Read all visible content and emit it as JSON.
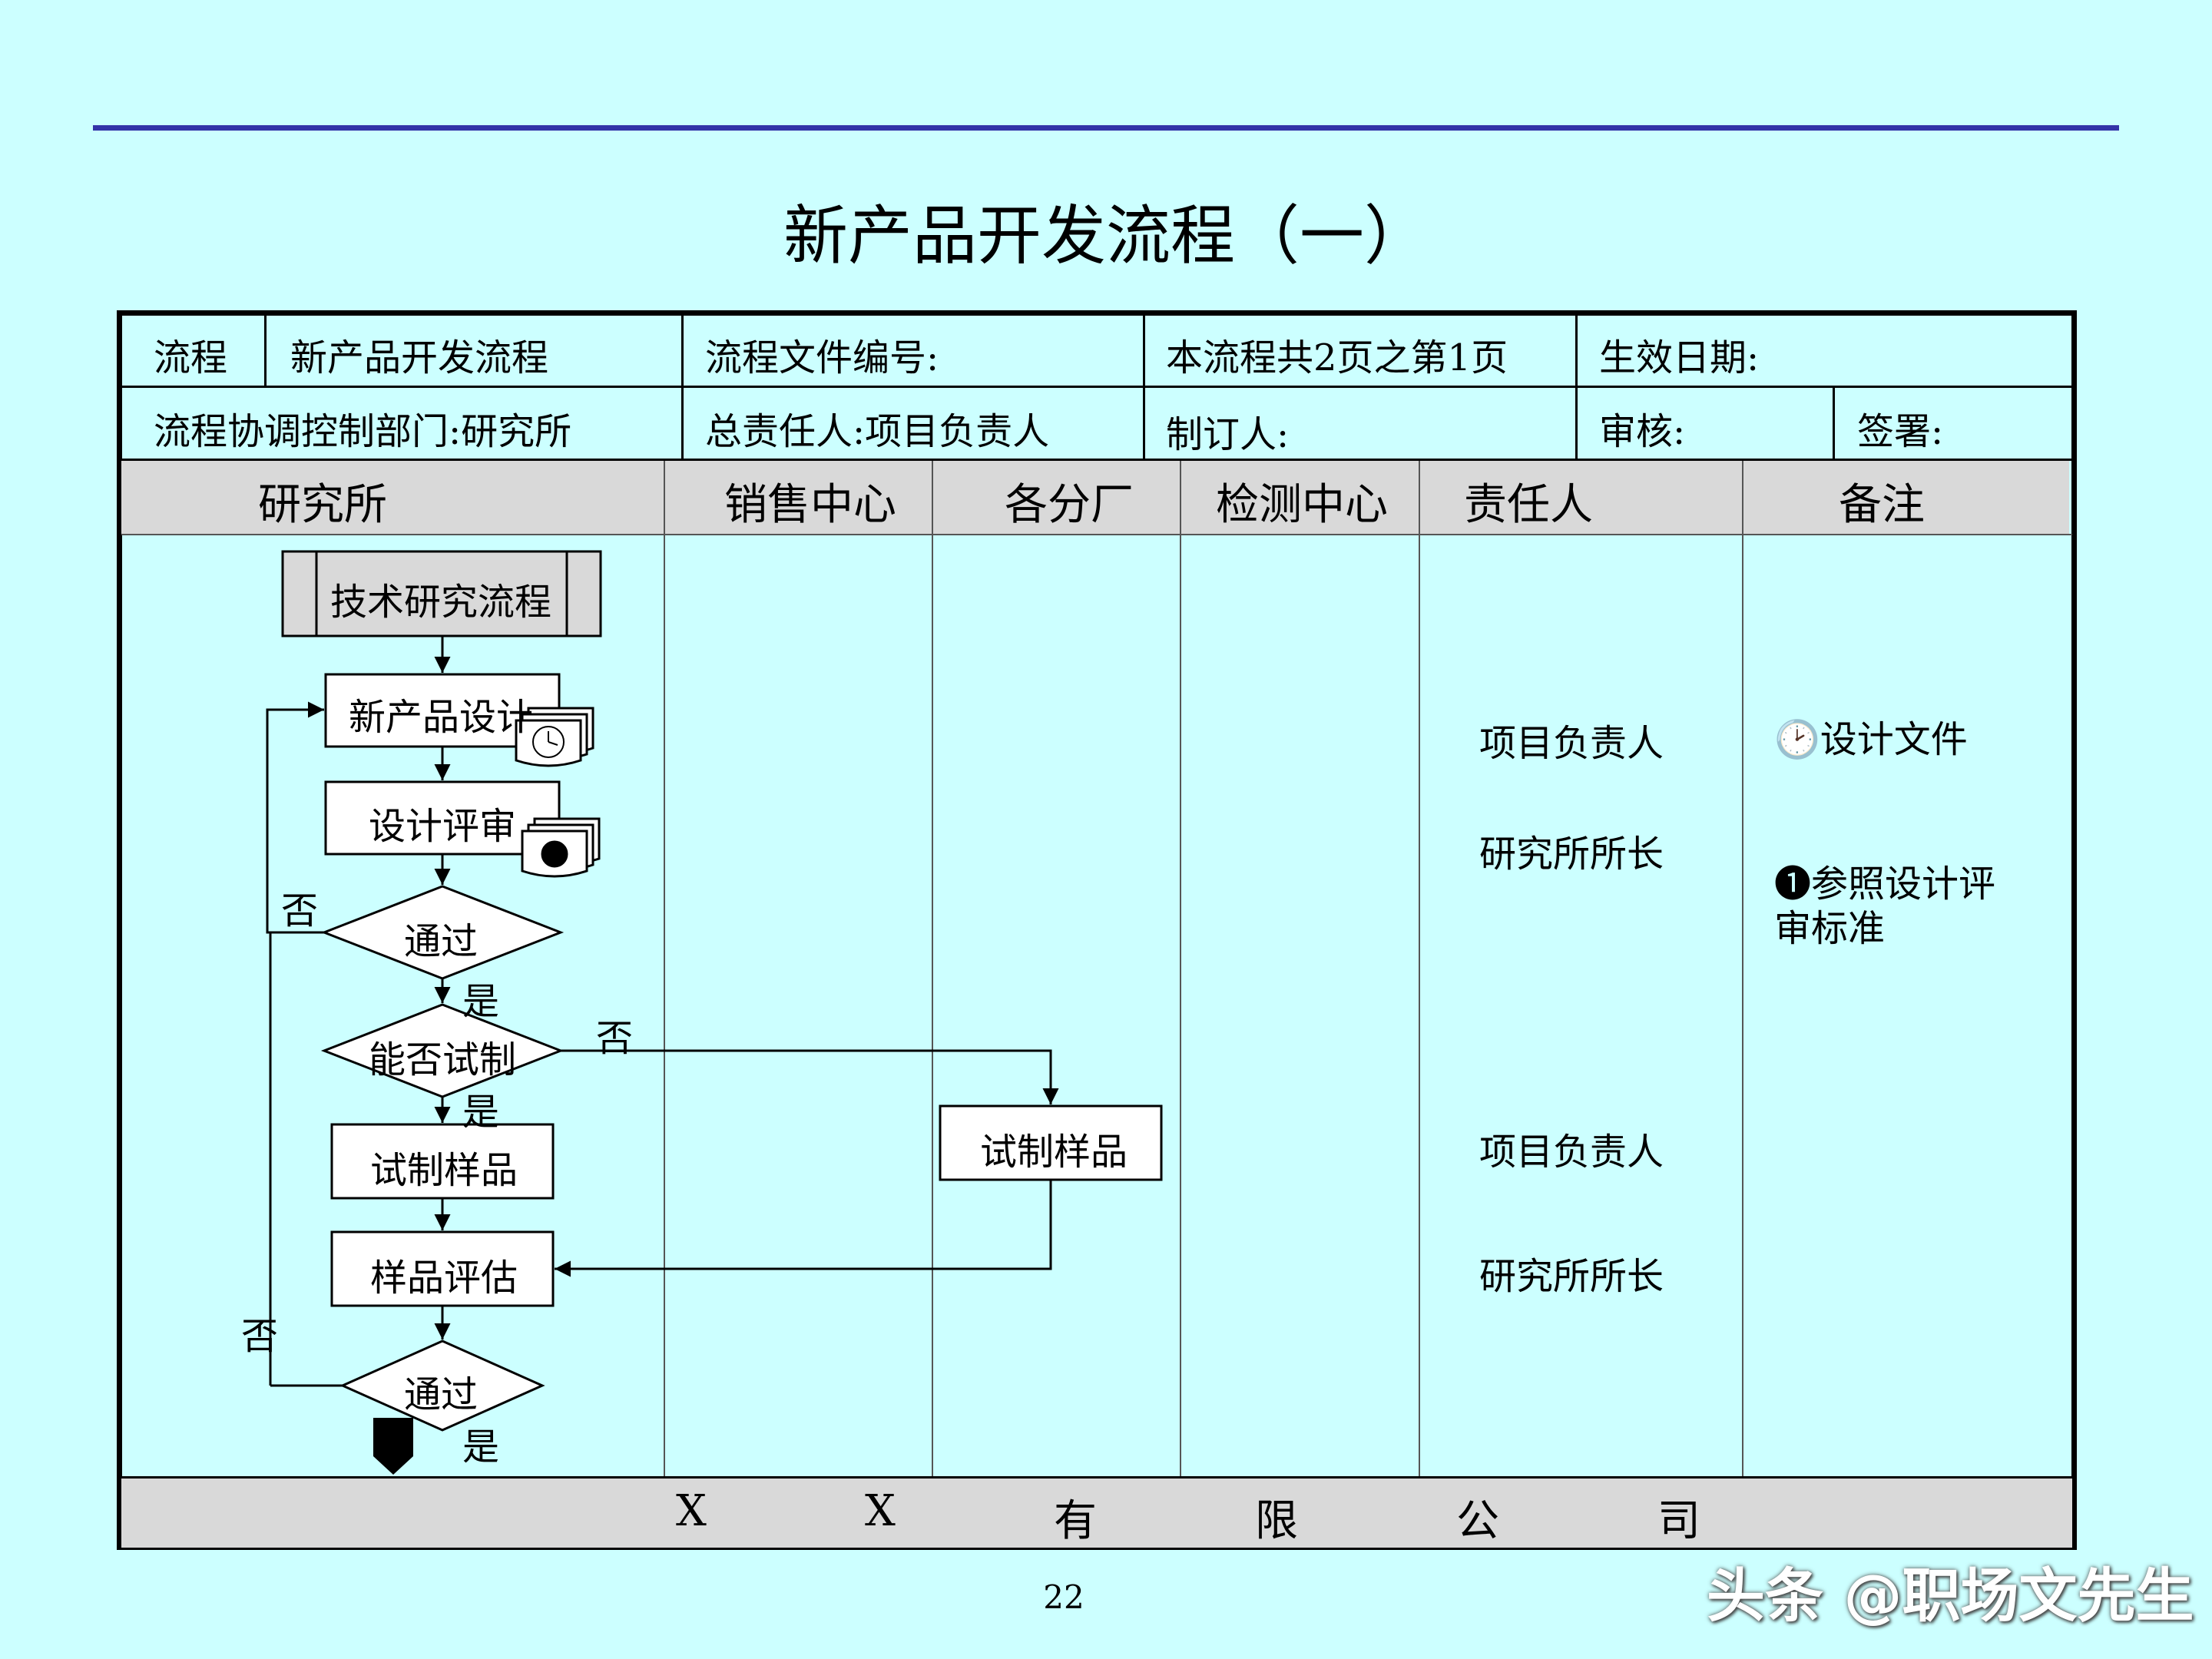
{
  "title": "新产品开发流程（一）",
  "header": {
    "row1": {
      "c1": "流程",
      "c2": "新产品开发流程",
      "c3": "流程文件编号:",
      "c4": "本流程共2页之第1页",
      "c5": "生效日期:"
    },
    "row2": {
      "c1": "流程协调控制部门:研究所",
      "c2": "总责任人:项目负责人",
      "c3": "制订人:",
      "c4": "审核:",
      "c5": "签署:"
    }
  },
  "lanes": [
    "研究所",
    "销售中心",
    "各分厂",
    "检测中心",
    "责任人",
    "备注"
  ],
  "nodes": {
    "n1": "技术研究流程",
    "n2": "新产品设计",
    "n3": "设计评审",
    "n4": "通过",
    "n5": "能否试制",
    "n6": "试制样品",
    "n7": "试制样品",
    "n8": "样品评估",
    "n9": "通过"
  },
  "edge_labels": {
    "no1": "否",
    "yes1": "是",
    "no2": "否",
    "yes2": "是",
    "no3": "否",
    "yes3": "是"
  },
  "responsible": [
    "项目负责人",
    "研究所所长",
    "项目负责人",
    "研究所所长"
  ],
  "notes": {
    "note1": "🕑设计文件",
    "note2_line1": "❶参照设计评",
    "note2_line2": "审标准"
  },
  "footer_chars": [
    "X",
    "X",
    "有",
    "限",
    "公",
    "司"
  ],
  "page_number": "22",
  "watermark": "头条 @职场文先生",
  "colors": {
    "background": "#ccffff",
    "header_gray": "#d9d9d9",
    "top_rule": "#3333a8"
  }
}
